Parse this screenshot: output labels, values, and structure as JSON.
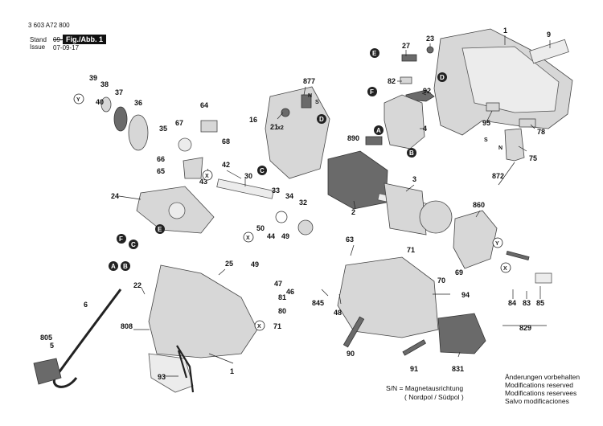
{
  "header": {
    "doc_number": "3 603 A72 800",
    "stand_label": "Stand",
    "issue_label": "Issue",
    "old_date": "09-03",
    "date": "07-09-17",
    "figure": "Fig./Abb. 1"
  },
  "footer": {
    "sn_line1": "S/N = Magnetausrichtung",
    "sn_line2": "( Nordpol / Südpol )",
    "modifications": [
      "Änderungen vorbehalten",
      "Modifications reserved",
      "Modifications reservees",
      "Salvo modificaciones"
    ]
  },
  "part_numbers": [
    "1",
    "2",
    "3",
    "4",
    "5",
    "6",
    "9",
    "16",
    "21",
    "22",
    "23",
    "24",
    "25",
    "27",
    "30",
    "32",
    "33",
    "34",
    "35",
    "36",
    "37",
    "38",
    "39",
    "40",
    "42",
    "43",
    "44",
    "46",
    "47",
    "48",
    "49",
    "50",
    "63",
    "64",
    "65",
    "66",
    "67",
    "68",
    "69",
    "70",
    "71",
    "75",
    "78",
    "80",
    "81",
    "82",
    "83",
    "84",
    "85",
    "90",
    "91",
    "92",
    "93",
    "94",
    "95",
    "805",
    "808",
    "829",
    "831",
    "845",
    "860",
    "872",
    "877",
    "890"
  ],
  "connectors": {
    "filled": [
      "A",
      "B",
      "C",
      "D",
      "E",
      "F"
    ],
    "outlined": [
      "X",
      "Y"
    ]
  },
  "misc_labels": {
    "x2": "x2",
    "s": "S",
    "n": "N"
  },
  "colors": {
    "ink": "#111111",
    "part_fill": "#d7d7d7",
    "part_dark": "#6a6a6a"
  }
}
